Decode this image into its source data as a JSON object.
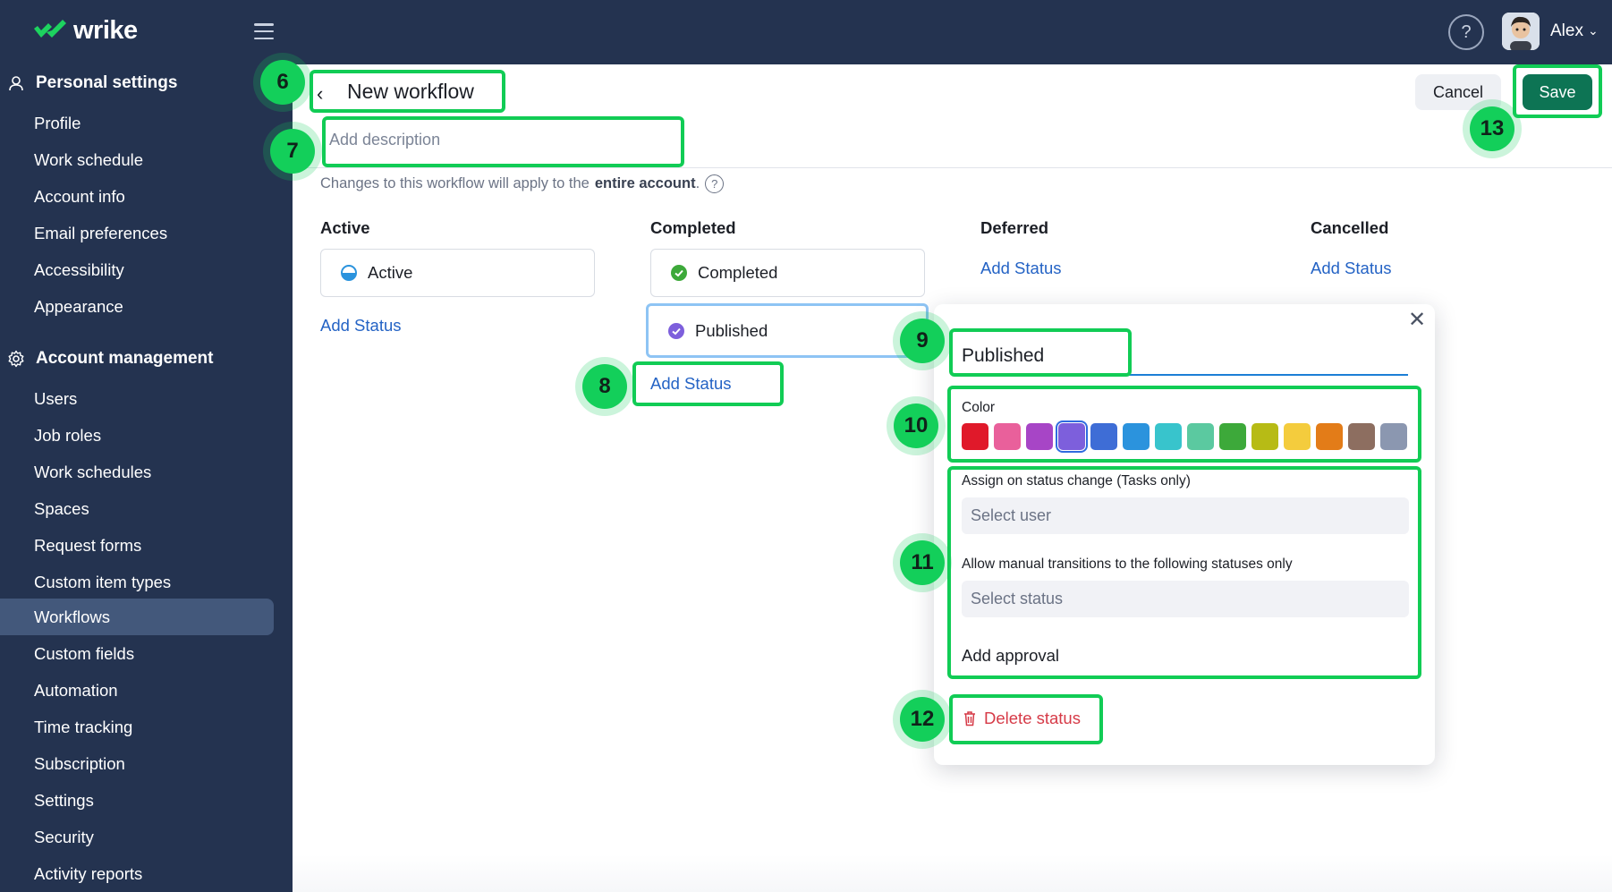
{
  "topbar": {
    "logo_text": "wrike",
    "help_label": "?",
    "user_name": "Alex"
  },
  "sidebar": {
    "personal_title": "Personal settings",
    "personal_items": [
      "Profile",
      "Work schedule",
      "Account info",
      "Email preferences",
      "Accessibility",
      "Appearance"
    ],
    "account_title": "Account management",
    "account_items": [
      "Users",
      "Job roles",
      "Work schedules",
      "Spaces",
      "Request forms",
      "Custom item types",
      "Workflows",
      "Custom fields",
      "Automation",
      "Time tracking",
      "Subscription",
      "Settings",
      "Security",
      "Activity reports"
    ],
    "active_item": "Workflows"
  },
  "header": {
    "title": "New workflow",
    "description_placeholder": "Add description",
    "note_prefix": "Changes to this workflow will apply to the",
    "note_bold": "entire account",
    "note_suffix": ".",
    "cancel_label": "Cancel",
    "save_label": "Save"
  },
  "columns": {
    "active": {
      "title": "Active",
      "statuses": [
        "Active"
      ],
      "add_label": "Add Status"
    },
    "completed": {
      "title": "Completed",
      "statuses": [
        "Completed",
        "Published"
      ],
      "add_label": "Add Status"
    },
    "deferred": {
      "title": "Deferred",
      "add_label": "Add Status"
    },
    "cancelled": {
      "title": "Cancelled",
      "add_label": "Add Status"
    }
  },
  "popover": {
    "status_name": "Published",
    "color_label": "Color",
    "colors": [
      "#e0192a",
      "#e9609b",
      "#a745c6",
      "#7d5fdc",
      "#3e6dd6",
      "#2b93dd",
      "#38c4cc",
      "#5bc9a0",
      "#3da93a",
      "#b7bb15",
      "#f4cc3d",
      "#e37c18",
      "#8d6e60",
      "#8b97b0"
    ],
    "selected_color": "#7d5fdc",
    "assign_label": "Assign on status change (Tasks only)",
    "assign_placeholder": "Select user",
    "transitions_label": "Allow manual transitions to the following statuses only",
    "transitions_placeholder": "Select status",
    "add_approval_label": "Add approval",
    "delete_label": "Delete status"
  },
  "annotations": {
    "highlight_color": "#11cc55",
    "badges": [
      "6",
      "7",
      "8",
      "9",
      "10",
      "11",
      "12",
      "13"
    ]
  }
}
